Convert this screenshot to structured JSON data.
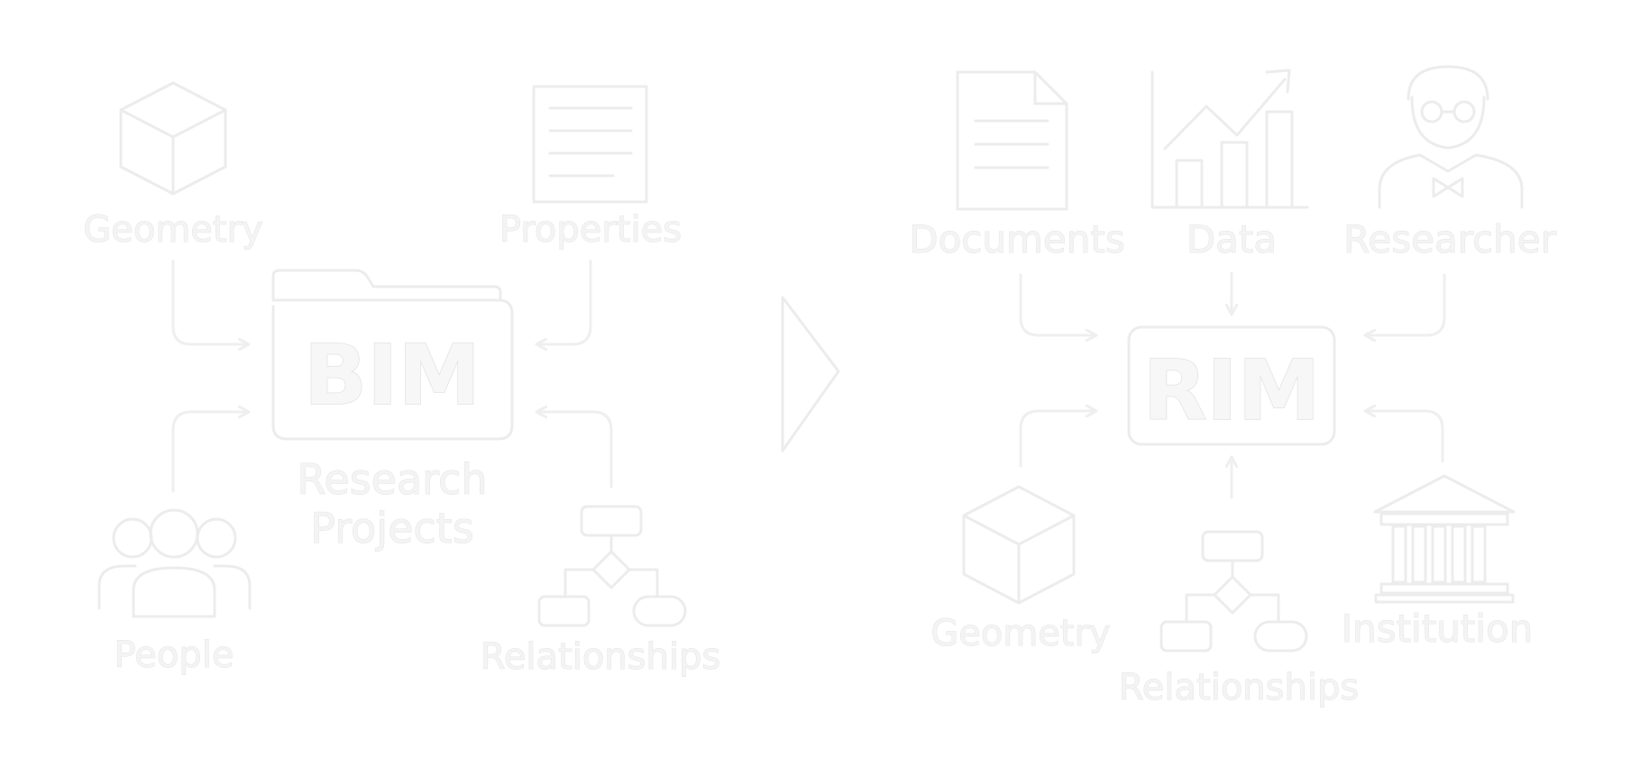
{
  "bim_side": {
    "center_label": "BIM",
    "center_caption_line1": "Research",
    "center_caption_line2": "Projects",
    "geometry": "Geometry",
    "properties": "Properties",
    "people": "People",
    "relationships": "Relationships"
  },
  "rim_side": {
    "center_label": "RIM",
    "documents": "Documents",
    "data": "Data",
    "researcher": "Researcher",
    "geometry": "Geometry",
    "relationships": "Relationships",
    "institution": "Institution"
  },
  "colors": {
    "outline": "#ececec",
    "text": "#f4f4f4",
    "background": "#ffffff"
  }
}
